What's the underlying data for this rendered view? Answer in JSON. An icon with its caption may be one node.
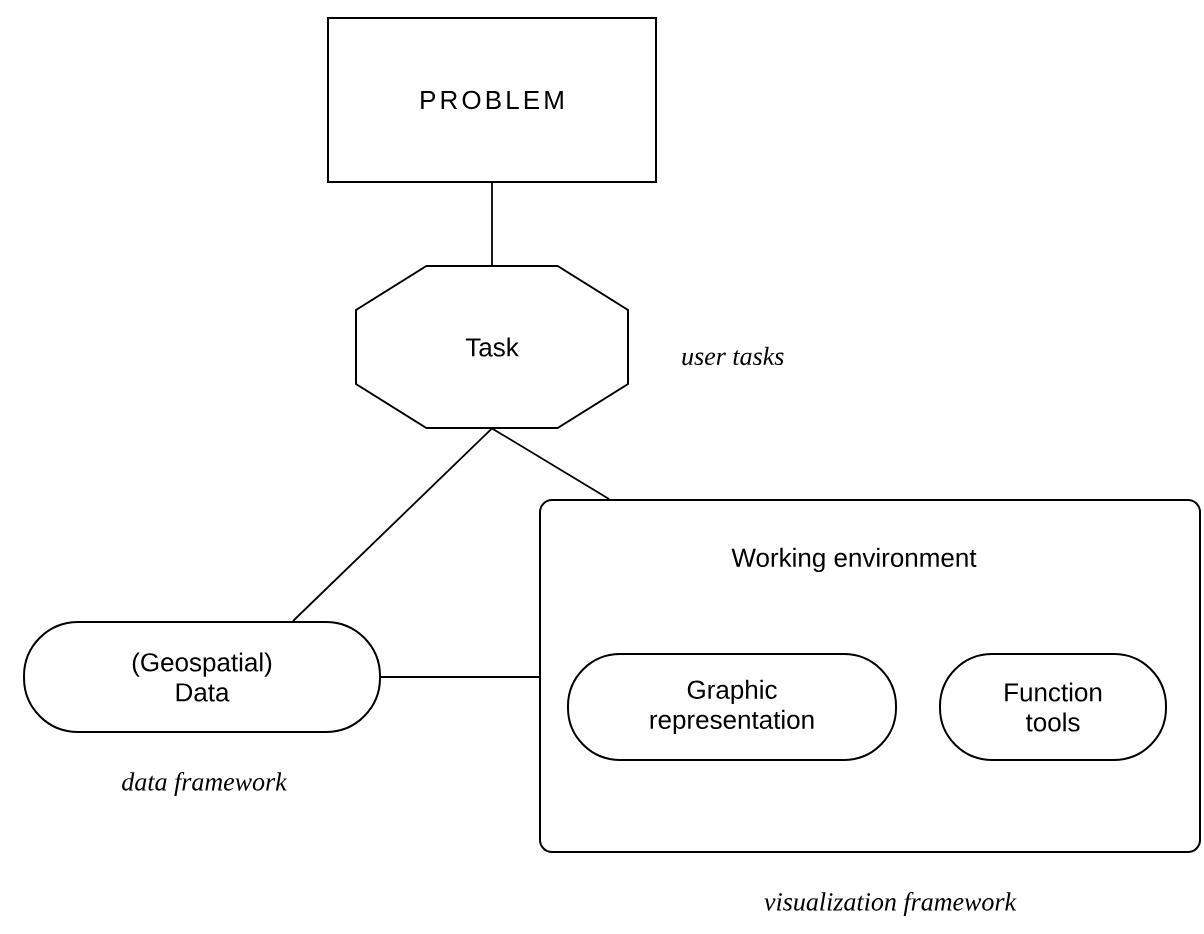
{
  "diagram": {
    "nodes": [
      {
        "text": [
          "PROBLEM"
        ]
      },
      {
        "text": [
          "Task"
        ],
        "beside": [
          "user tasks"
        ]
      },
      {
        "text": [
          "(Geospatial) Data"
        ],
        "beside": [
          "data framework"
        ]
      },
      {
        "text": [
          "Working environment"
        ],
        "beside": [
          "visualization framework"
        ]
      },
      {
        "text": [
          "Graphic representation"
        ],
        "in": 3
      },
      {
        "text": [
          "Function tools"
        ],
        "in": 3
      }
    ],
    "edges": [
      {
        "from": 0,
        "to": 1,
        "arrow": "none"
      },
      {
        "from": 1,
        "to": 2,
        "arrow": "none"
      },
      {
        "from": 1,
        "to": 3,
        "arrow": "none"
      },
      {
        "from": 2,
        "to": 3,
        "arrow": "none"
      }
    ]
  }
}
